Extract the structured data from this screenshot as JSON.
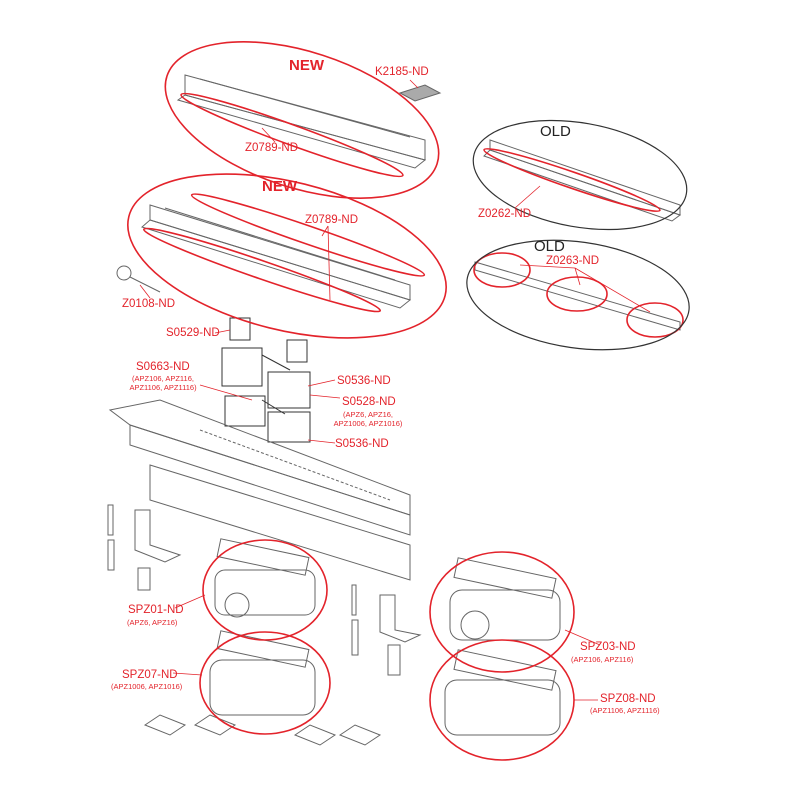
{
  "colors": {
    "accent": "#e3232b",
    "line": "#555555"
  },
  "groups": {
    "new_top": "NEW",
    "new_second": "NEW",
    "old_top": "OLD",
    "old_second": "OLD"
  },
  "parts": {
    "k2185": "K2185-ND",
    "z0789_top": "Z0789-ND",
    "z0262": "Z0262-ND",
    "z0789_second": "Z0789-ND",
    "z0108": "Z0108-ND",
    "z0263": "Z0263-ND",
    "s0529": "S0529-ND",
    "s0663": {
      "code": "S0663-ND",
      "models_1": "(APZ106, APZ116,",
      "models_2": "APZ1106, APZ1116)"
    },
    "s0536_top": "S0536-ND",
    "s0528": {
      "code": "S0528-ND",
      "models_1": "(APZ6, APZ16,",
      "models_2": "APZ1006, APZ1016)"
    },
    "s0536_bottom": "S0536-ND",
    "spz01": {
      "code": "SPZ01-ND",
      "models": "(APZ6, APZ16)"
    },
    "spz07": {
      "code": "SPZ07-ND",
      "models": "(APZ1006, APZ1016)"
    },
    "spz03": {
      "code": "SPZ03-ND",
      "models": "(APZ106, APZ116)"
    },
    "spz08": {
      "code": "SPZ08-ND",
      "models": "(APZ1106, APZ1116)"
    }
  }
}
